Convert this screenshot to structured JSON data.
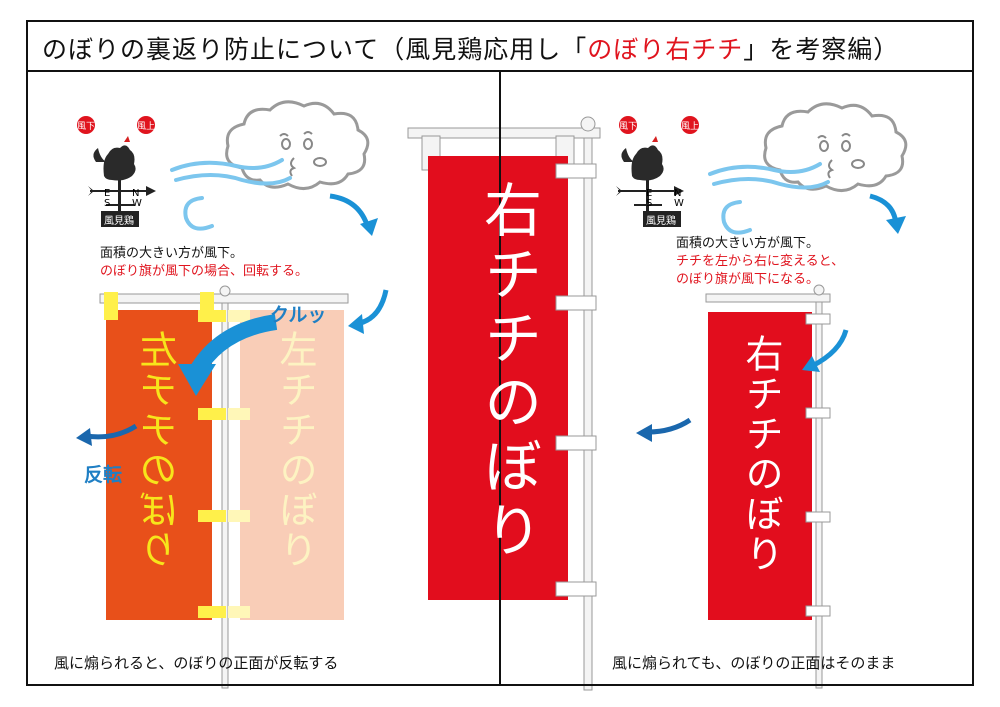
{
  "title": {
    "prefix": "のぼりの裏返り防止について（風見鶏応用し「",
    "highlight": "のぼり右チチ",
    "suffix": "」を考察編）"
  },
  "weathervane": {
    "badge_leeward": "風下",
    "badge_windward": "風上",
    "compass_e": "E",
    "compass_n": "N",
    "compass_s": "S",
    "compass_w": "W",
    "label": "風見鶏"
  },
  "left_panel": {
    "note_line1": "面積の大きい方が風下。",
    "note_line2": "のぼり旗が風下の場合、回転する。",
    "kurutto": "クルッ",
    "reversed_label": "反転",
    "flag_text_mirrored": "左チチのぼり",
    "flag_text_ghost": "左チチのぼり",
    "caption": "風に煽られると、のぼりの正面が反転する"
  },
  "center_flag": {
    "text": "右チチのぼり"
  },
  "right_panel": {
    "note_line1": "面積の大きい方が風下。",
    "note_line2": "チチを左から右に変えると、",
    "note_line3": "のぼり旗が風下になる。",
    "flag_text": "右チチのぼり",
    "caption": "風に煽られても、のぼりの正面はそのまま"
  },
  "colors": {
    "red_flag": "#e20d1d",
    "orange_flag": "#e8501a",
    "ghost_flag": "#f9cdb7",
    "yellow_text": "#f7e51b",
    "tab_yellow": "#fff04a",
    "arrow_blue": "#1a91d6",
    "arrow_dark_blue": "#1a67ad",
    "cloud_gray": "#9a9a9a"
  }
}
